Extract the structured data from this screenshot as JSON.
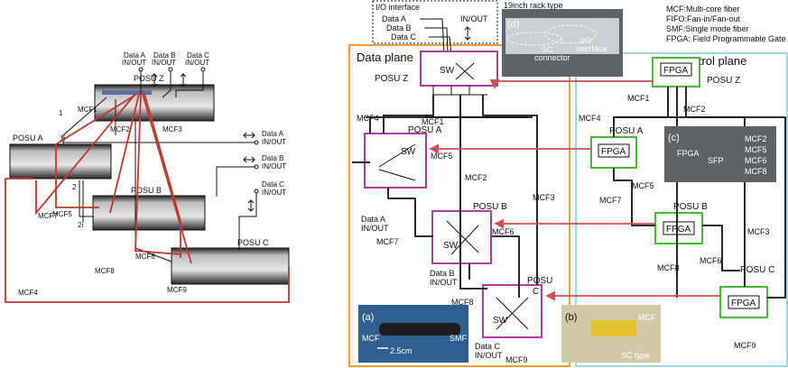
{
  "left": {
    "posu_z": "POSU Z",
    "posu_a": "POSU A",
    "posu_b": "POSU B",
    "posu_c": "POSU C",
    "data_a": [
      "Data A",
      "IN/OUT"
    ],
    "data_b": [
      "Data B",
      "IN/OUT"
    ],
    "data_c": [
      "Data C",
      "IN/OUT"
    ],
    "port_1": "1",
    "port_1i": "1i",
    "port_2": "2",
    "port_2i": "2i",
    "mcf1": "MCF1",
    "mcf2": "MCF2",
    "mcf3": "MCF3",
    "mcf4": "MCF4",
    "mcf5": "MCF5",
    "mcf6": "MCF6",
    "mcf7": "MCF7",
    "mcf8": "MCF8",
    "mcf9": "MCF9"
  },
  "right": {
    "io_interface": "I/O interface",
    "rack_type": "19inch rack type",
    "legend": [
      "MCF:Multi-core fiber",
      "FIFO:Fan-in/Fan-out",
      "SMF:Single mode fiber",
      "FPGA: Field Programmable Gate Array"
    ],
    "data_plane": "Data plane",
    "control_plane": "Control plane",
    "data_a": "Data A",
    "data_b": "Data B",
    "data_c": "Data C",
    "in_out": "IN/OUT",
    "posu_z": "POSU Z",
    "posu_a": "POSU A",
    "posu_b": "POSU B",
    "posu_c": "POSU C",
    "posu": "POSU",
    "c": "C",
    "sw": "SW",
    "fpga": "FPGA",
    "sfp": "SFP",
    "photo_d": "(d)",
    "photo_c": "(c)",
    "photo_a": "(a)",
    "photo_b": "(b)",
    "sc_connector": [
      "SC",
      "connector"
    ],
    "io_interface_photo": [
      "I/O",
      "interface"
    ],
    "mcf": "MCF",
    "smf": "SMF",
    "scale": "2.5cm",
    "sc_type": "SC type",
    "mcf1": "MCF1",
    "mcf2": "MCF2",
    "mcf3": "MCF3",
    "mcf4": "MCF4",
    "mcf5": "MCF5",
    "mcf6": "MCF6",
    "mcf7": "MCF7",
    "mcf8": "MCF8",
    "mcf9": "MCF9",
    "c_labels": [
      "MCF2",
      "MCF5",
      "MCF6",
      "MCF8"
    ]
  },
  "colors": {
    "fiber_red": "#c0392b",
    "sw_magenta": "#b23aa8",
    "fpga_green": "#4cbb3a",
    "data_plane_orange": "#f0a030",
    "control_plane_cyan": "#9fd8e0"
  }
}
